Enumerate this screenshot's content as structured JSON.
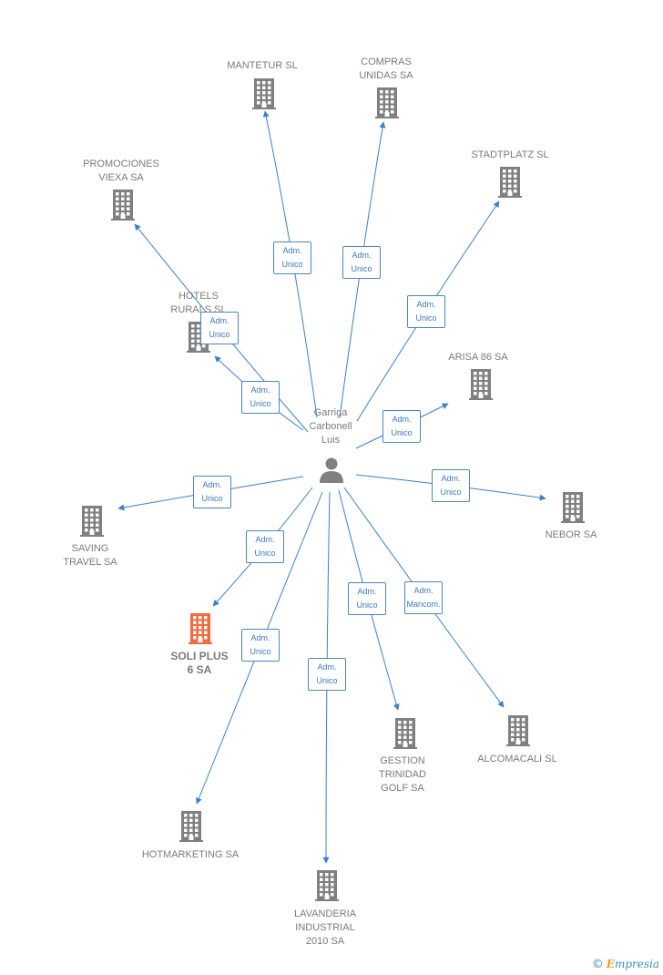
{
  "center": {
    "label": "Garriga\nCarbonell\nLuis",
    "icon": "person-icon"
  },
  "nodes": [
    {
      "id": "mantetur",
      "label": "MANTETUR SL",
      "icon": "building-icon",
      "highlight": false
    },
    {
      "id": "compras",
      "label": "COMPRAS\nUNIDAS SA",
      "icon": "building-icon",
      "highlight": false
    },
    {
      "id": "stadtplatz",
      "label": "STADTPLATZ SL",
      "icon": "building-icon",
      "highlight": false
    },
    {
      "id": "promociones",
      "label": "PROMOCIONES\nVIEXA SA",
      "icon": "building-icon",
      "highlight": false
    },
    {
      "id": "hotels",
      "label": "HOTELS\nRURALS SL",
      "icon": "building-icon",
      "highlight": false
    },
    {
      "id": "arisa",
      "label": "ARISA 86 SA",
      "icon": "building-icon",
      "highlight": false
    },
    {
      "id": "nebor",
      "label": "NEBOR SA",
      "icon": "building-icon",
      "highlight": false
    },
    {
      "id": "saving",
      "label": "SAVING\nTRAVEL SA",
      "icon": "building-icon",
      "highlight": false
    },
    {
      "id": "soli",
      "label": "SOLI PLUS\n6 SA",
      "icon": "building-icon",
      "highlight": true
    },
    {
      "id": "gestion",
      "label": "GESTION\nTRINIDAD\nGOLF SA",
      "icon": "building-icon",
      "highlight": false
    },
    {
      "id": "alcomacali",
      "label": "ALCOMACALI SL",
      "icon": "building-icon",
      "highlight": false
    },
    {
      "id": "hotmarketing",
      "label": "HOTMARKETING SA",
      "icon": "building-icon",
      "highlight": false
    },
    {
      "id": "lavanderia",
      "label": "LAVANDERIA\nINDUSTRIAL\n2010 SA",
      "icon": "building-icon",
      "highlight": false
    }
  ],
  "edges": [
    {
      "target": "mantetur",
      "label": "Adm.\nUnico"
    },
    {
      "target": "compras",
      "label": "Adm.\nUnico"
    },
    {
      "target": "stadtplatz",
      "label": "Adm.\nUnico"
    },
    {
      "target": "promociones",
      "label": "Adm.\nUnico"
    },
    {
      "target": "hotels",
      "label": "Adm.\nUnico"
    },
    {
      "target": "arisa",
      "label": "Adm.\nUnico"
    },
    {
      "target": "nebor",
      "label": "Adm.\nUnico"
    },
    {
      "target": "saving",
      "label": "Adm.\nUnico"
    },
    {
      "target": "soli",
      "label": "Adm.\nUnico"
    },
    {
      "target": "gestion",
      "label": "Adm.\nUnico"
    },
    {
      "target": "alcomacali",
      "label": "Adm.\nMancom."
    },
    {
      "target": "hotmarketing",
      "label": "Adm.\nUnico"
    },
    {
      "target": "lavanderia",
      "label": "Adm.\nUnico"
    }
  ],
  "colors": {
    "edge": "#3a7fd0",
    "building": "#808080",
    "building_highlight": "#f26a3d",
    "person": "#808080"
  },
  "footer": {
    "copyright": "©",
    "brand_initial": "E",
    "brand_rest": "mpresia"
  }
}
